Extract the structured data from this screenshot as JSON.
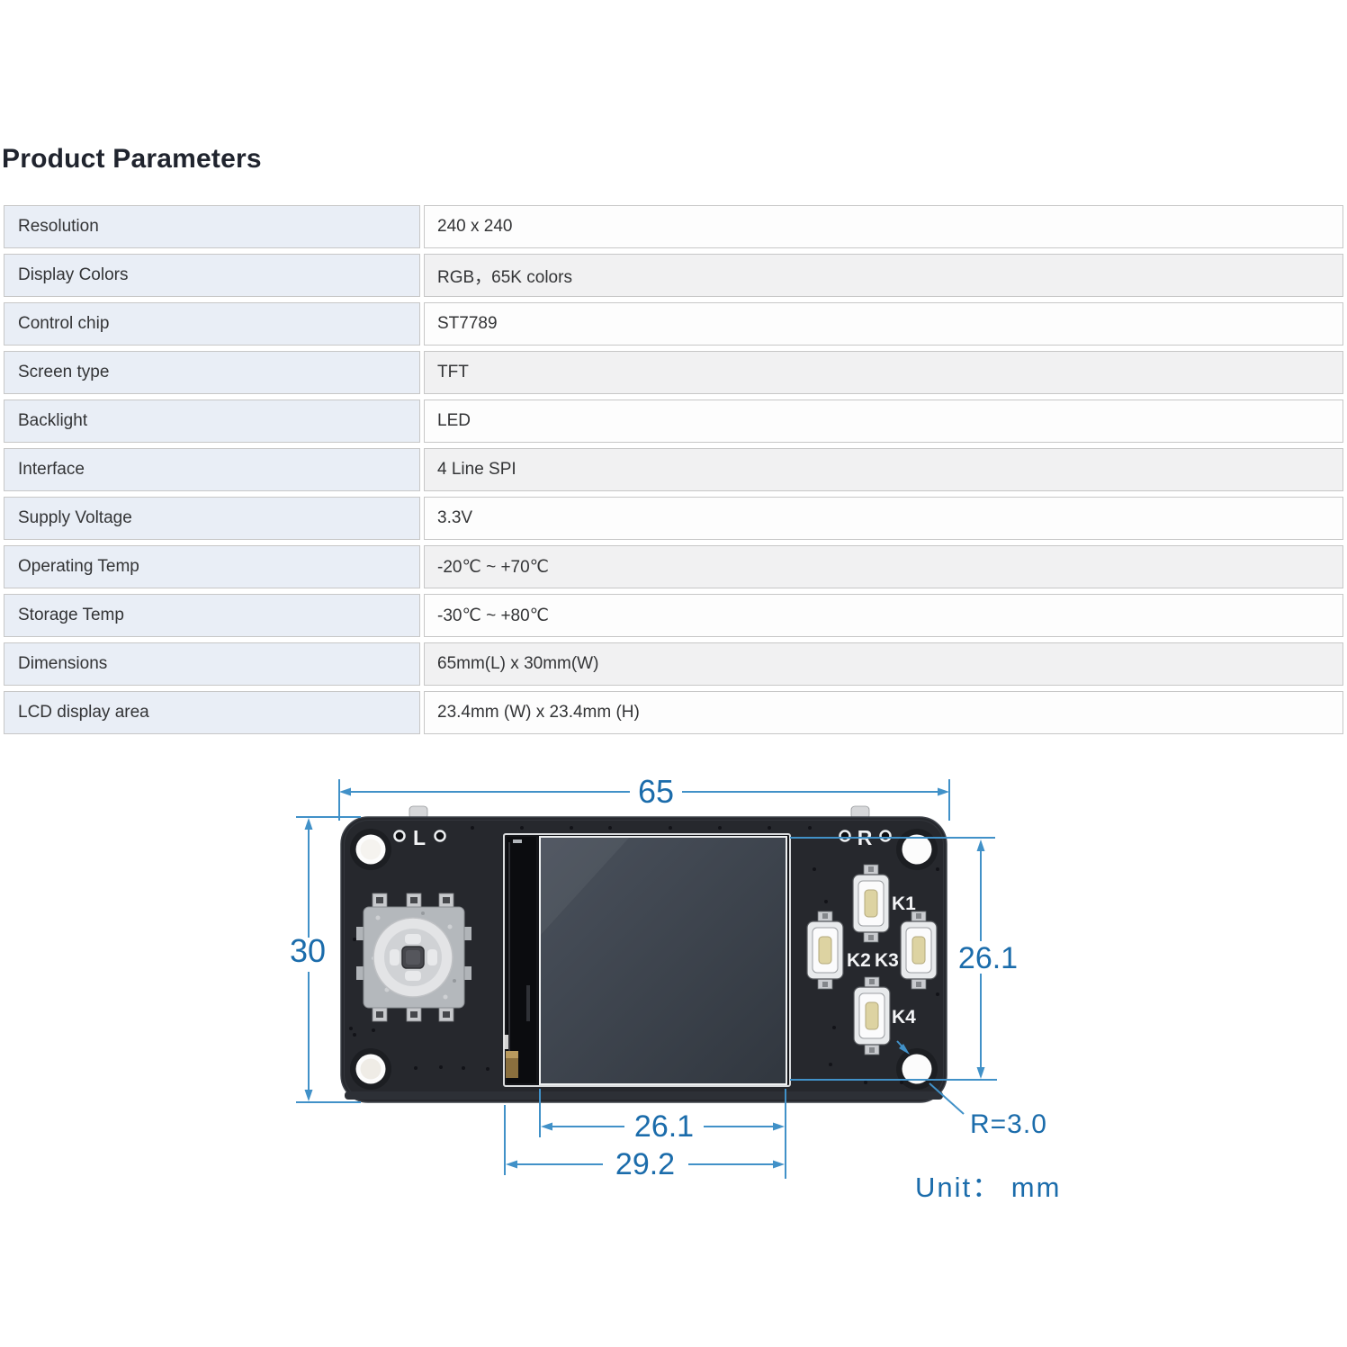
{
  "page": {
    "title": "Product Parameters"
  },
  "specs": {
    "rows": [
      {
        "label": "Resolution",
        "value": "240 x 240"
      },
      {
        "label": "Display Colors",
        "value": "RGB，65K colors"
      },
      {
        "label": "Control chip",
        "value": "ST7789"
      },
      {
        "label": "Screen type",
        "value": "TFT"
      },
      {
        "label": "Backlight",
        "value": "LED"
      },
      {
        "label": "Interface",
        "value": "4 Line SPI"
      },
      {
        "label": "Supply Voltage",
        "value": "3.3V"
      },
      {
        "label": "Operating Temp",
        "value": "-20℃ ~ +70℃"
      },
      {
        "label": "Storage Temp",
        "value": "-30℃ ~ +80℃"
      },
      {
        "label": "Dimensions",
        "value": "65mm(L) x 30mm(W)"
      },
      {
        "label": "LCD display area",
        "value": "23.4mm (W) x 23.4mm (H)"
      }
    ]
  },
  "diagram": {
    "dims": {
      "board_width": "65",
      "board_height": "30",
      "screen_height": "26.1",
      "screen_width": "26.1",
      "module_width": "29.2",
      "corner_radius": "R=3.0"
    },
    "unit_label": "Unit： mm",
    "board": {
      "left_marker": "L",
      "right_marker": "R",
      "buttons": [
        "K1",
        "K2",
        "K3",
        "K4"
      ]
    },
    "colors": {
      "dimension_line": "#4191c8",
      "dimension_text": "#1b6cab",
      "pcb": "#26282d",
      "screen_glass": "#3d444e",
      "button_slot": "#ddd3a2",
      "table_label_bg": "#e9eef6",
      "table_stripe_bg": "#f1f1f2"
    }
  }
}
